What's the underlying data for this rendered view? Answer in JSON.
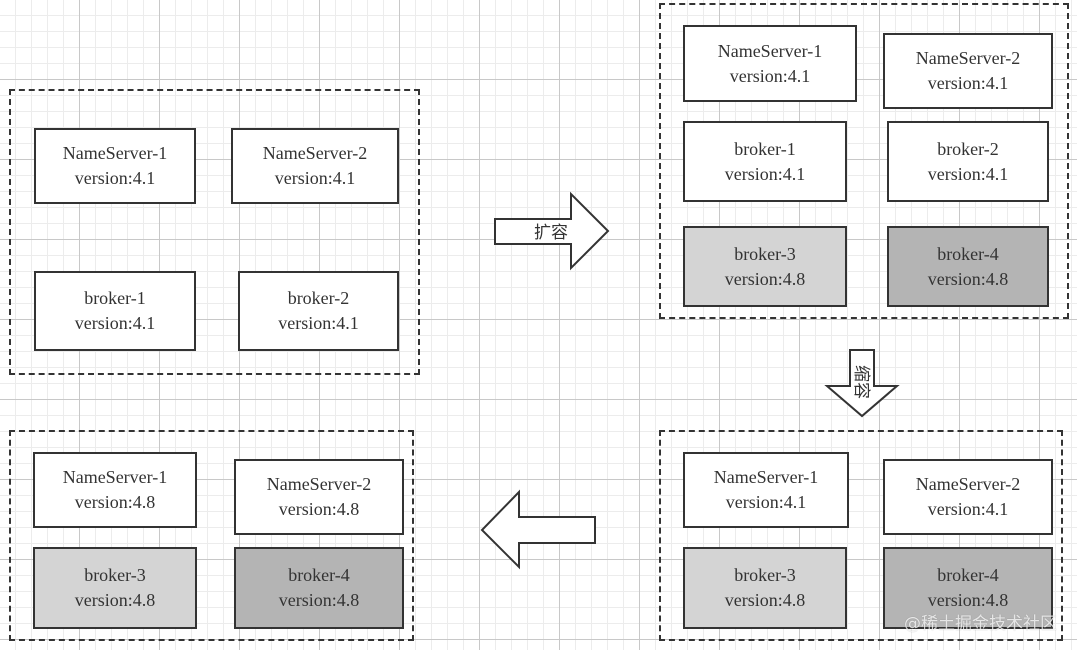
{
  "groups": [
    {
      "nodes": [
        {
          "name": "NameServer-1",
          "version": "version:4.1"
        },
        {
          "name": "NameServer-2",
          "version": "version:4.1"
        },
        {
          "name": "broker-1",
          "version": "version:4.1"
        },
        {
          "name": "broker-2",
          "version": "version:4.1"
        }
      ]
    },
    {
      "nodes": [
        {
          "name": "NameServer-1",
          "version": "version:4.1"
        },
        {
          "name": "NameServer-2",
          "version": "version:4.1"
        },
        {
          "name": "broker-1",
          "version": "version:4.1"
        },
        {
          "name": "broker-2",
          "version": "version:4.1"
        },
        {
          "name": "broker-3",
          "version": "version:4.8"
        },
        {
          "name": "broker-4",
          "version": "version:4.8"
        }
      ]
    },
    {
      "nodes": [
        {
          "name": "NameServer-1",
          "version": "version:4.1"
        },
        {
          "name": "NameServer-2",
          "version": "version:4.1"
        },
        {
          "name": "broker-3",
          "version": "version:4.8"
        },
        {
          "name": "broker-4",
          "version": "version:4.8"
        }
      ]
    },
    {
      "nodes": [
        {
          "name": "NameServer-1",
          "version": "version:4.8"
        },
        {
          "name": "NameServer-2",
          "version": "version:4.8"
        },
        {
          "name": "broker-3",
          "version": "version:4.8"
        },
        {
          "name": "broker-4",
          "version": "version:4.8"
        }
      ]
    }
  ],
  "arrows": {
    "scale_out": "扩容",
    "scale_in": "缩容"
  },
  "colors": {
    "border": "#333333",
    "new_broker_fill": "#d4d4d4",
    "new_broker_dark_fill": "#b4b4b4"
  },
  "watermark": "@稀土掘金技术社区"
}
